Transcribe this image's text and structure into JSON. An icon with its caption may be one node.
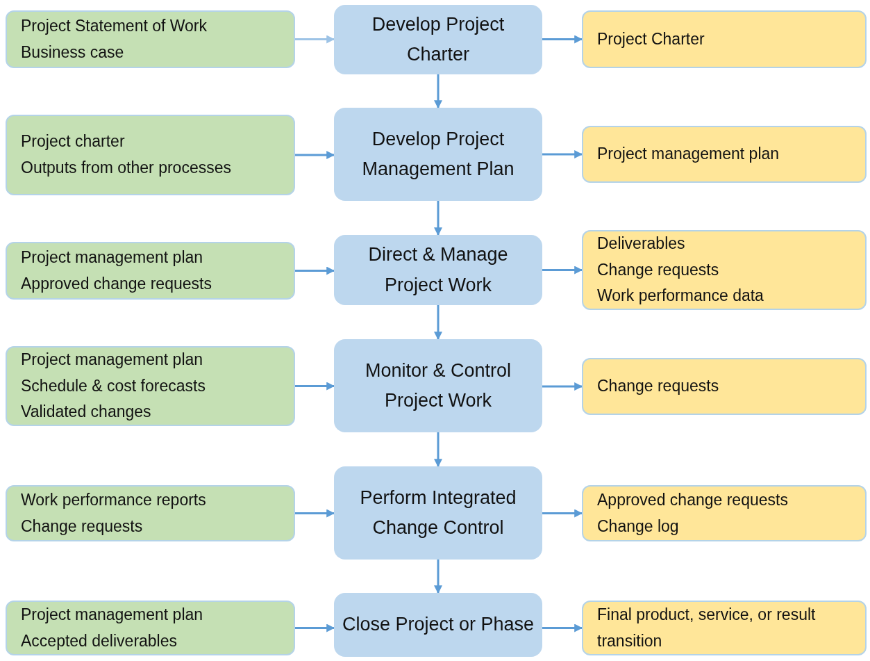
{
  "diagram": {
    "nodes": [
      {
        "text": [
          "Project Statement of Work",
          "Business case"
        ]
      },
      {
        "text": [
          "Develop Project Charter"
        ]
      },
      {
        "text": [
          "Project Charter"
        ]
      },
      {
        "text": [
          "Project charter",
          "Outputs from other processes"
        ]
      },
      {
        "text": [
          "Develop Project Management Plan"
        ]
      },
      {
        "text": [
          "Project management plan"
        ]
      },
      {
        "text": [
          "Project management plan",
          "Approved change requests"
        ]
      },
      {
        "text": [
          "Direct & Manage Project Work"
        ]
      },
      {
        "text": [
          "Deliverables",
          "Change requests",
          "Work performance data"
        ]
      },
      {
        "text": [
          "Project management plan",
          "Schedule & cost forecasts",
          "Validated changes"
        ]
      },
      {
        "text": [
          "Monitor & Control Project Work"
        ]
      },
      {
        "text": [
          "Change requests"
        ]
      },
      {
        "text": [
          "Work performance reports",
          "Change requests"
        ]
      },
      {
        "text": [
          "Perform Integrated Change Control"
        ]
      },
      {
        "text": [
          "Approved change requests",
          "Change log"
        ]
      },
      {
        "text": [
          "Project management plan",
          "Accepted deliverables"
        ]
      },
      {
        "text": [
          "Close Project or Phase"
        ]
      },
      {
        "text": [
          "Final product, service, or result transition"
        ]
      }
    ],
    "edges": [
      {
        "from": 0,
        "to": 1,
        "arrow": "to",
        "color": "#9dc3e6"
      },
      {
        "from": 1,
        "to": 2,
        "arrow": "to"
      },
      {
        "from": 1,
        "to": 4,
        "arrow": "to"
      },
      {
        "from": 3,
        "to": 4,
        "arrow": "to"
      },
      {
        "from": 4,
        "to": 5,
        "arrow": "to"
      },
      {
        "from": 4,
        "to": 7,
        "arrow": "to"
      },
      {
        "from": 6,
        "to": 7,
        "arrow": "to"
      },
      {
        "from": 7,
        "to": 8,
        "arrow": "to"
      },
      {
        "from": 7,
        "to": 10,
        "arrow": "to"
      },
      {
        "from": 9,
        "to": 10,
        "arrow": "to"
      },
      {
        "from": 10,
        "to": 11,
        "arrow": "to"
      },
      {
        "from": 10,
        "to": 13,
        "arrow": "to"
      },
      {
        "from": 12,
        "to": 13,
        "arrow": "to"
      },
      {
        "from": 13,
        "to": 14,
        "arrow": "to"
      },
      {
        "from": 13,
        "to": 16,
        "arrow": "to"
      },
      {
        "from": 15,
        "to": 16,
        "arrow": "to"
      },
      {
        "from": 16,
        "to": 17,
        "arrow": "to"
      }
    ]
  }
}
